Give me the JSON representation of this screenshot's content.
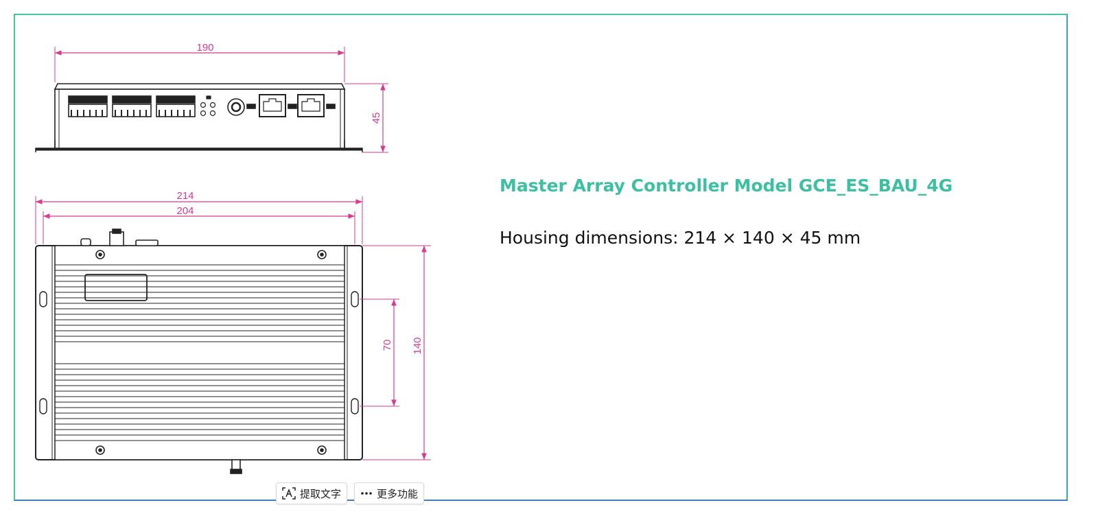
{
  "drawing": {
    "top_view": {
      "width_label": "190",
      "height_label": "45"
    },
    "bottom_view": {
      "outer_width_label": "214",
      "inner_width_label": "204",
      "height_label": "140",
      "mount_spacing_label": "70"
    },
    "colors": {
      "dimension": "#d83a8e",
      "outline": "#222222"
    }
  },
  "info": {
    "title": "Master Array Controller Model GCE_ES_BAU_4G",
    "dimensions_text": "Housing dimensions: 214 × 140 × 45 mm"
  },
  "toolbar": {
    "extract_text_label": "提取文字",
    "more_label": "更多功能"
  },
  "colors": {
    "title": "#3cbfa2",
    "frame_top": "#45c2a5",
    "frame_bottom": "#3d7fc0"
  }
}
